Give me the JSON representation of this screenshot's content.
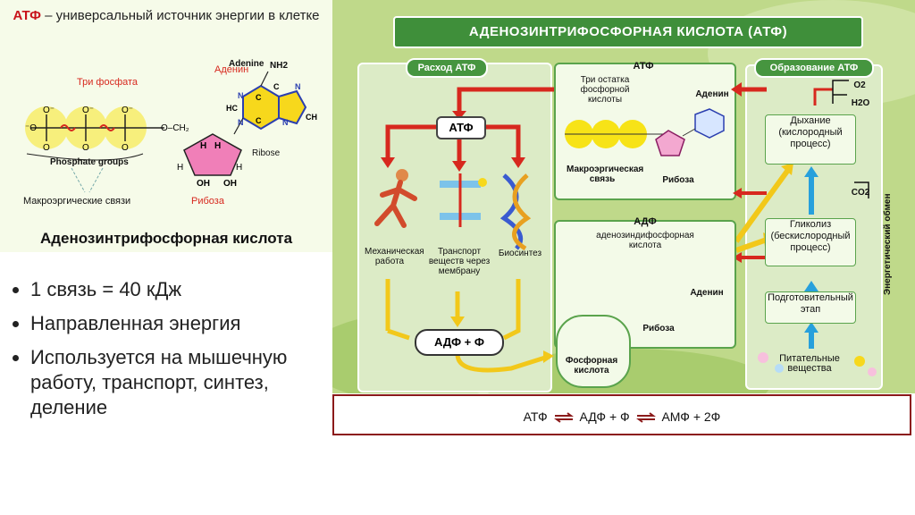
{
  "left_panel": {
    "title_bold": "АТФ",
    "title_rest": " – универсальный источник энергии в клетке",
    "three_phosphate": "Три фосфата",
    "adenine_ru": "Аденин",
    "adenine_en": "Adenine",
    "nh2": "NH2",
    "ribose_en": "Ribose",
    "phosphate_groups": "Phosphate groups",
    "macro_bonds": "Макроэргические связи",
    "riboza": "Рибоза",
    "banner": "Аденозинтрифосфорная кислота"
  },
  "bullets": [
    "1 связь = 40 кДж",
    "Направленная энергия",
    "Используется на мышечную работу, транспорт, синтез, деление"
  ],
  "poster": {
    "title": "АДЕНОЗИНТРИФОСФОРНАЯ КИСЛОТА (АТФ)",
    "tag_consume": "Расход АТФ",
    "tag_form": "Образование АТФ",
    "atf_box_title": "АТФ",
    "atf_box_sub": "Три остатка фосфорной кислоты",
    "atf_adenin": "Аденин",
    "atf_macro": "Макроэргическая связь",
    "atf_riboza": "Рибоза",
    "atf_center": "АТФ",
    "mech": "Механическая работа",
    "transport": "Транспорт веществ через мембрану",
    "biosynth": "Биосинтез",
    "adf_f": "АДФ + Ф",
    "adf_box_title": "АДФ",
    "adf_box_sub": "аденозиндифосфорная кислота",
    "adf_adenin": "Аденин",
    "adf_riboza": "Рибоза",
    "phos_acid": "Фосфорная кислота",
    "respiration": "Дыхание (кислородный процесс)",
    "glycolysis": "Гликолиз (бескислородный процесс)",
    "prep": "Подготовительный этап",
    "nutrients": "Питательные вещества",
    "energy_exchange": "Энергетический обмен",
    "o2": "O2",
    "h2o": "H2O",
    "co2": "CO2"
  },
  "equation": {
    "part1": "АТФ",
    "part2": "АДФ + Ф",
    "part3": "АМФ + 2Ф"
  },
  "colors": {
    "accent_red": "#d7281e",
    "poster_green": "#46953f",
    "equation_border": "#8b1a1a",
    "phosphate_yellow": "#f7d81c"
  }
}
